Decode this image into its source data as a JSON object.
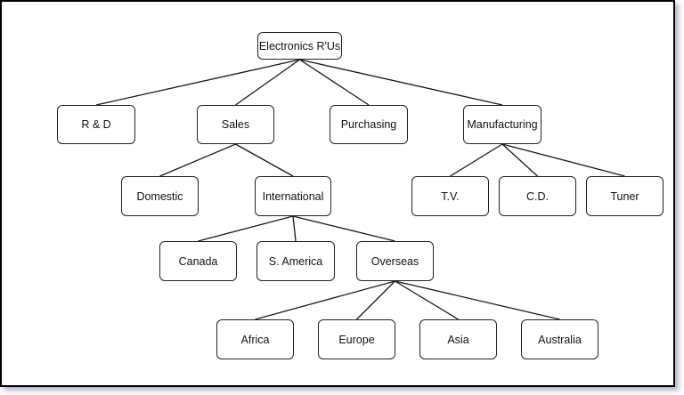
{
  "diagram": {
    "type": "org-chart",
    "nodes": [
      {
        "id": "root",
        "label": "Electronics R'Us",
        "parent": null
      },
      {
        "id": "rd",
        "label": "R & D",
        "parent": "root"
      },
      {
        "id": "sales",
        "label": "Sales",
        "parent": "root"
      },
      {
        "id": "purchasing",
        "label": "Purchasing",
        "parent": "root"
      },
      {
        "id": "manufacturing",
        "label": "Manufacturing",
        "parent": "root"
      },
      {
        "id": "domestic",
        "label": "Domestic",
        "parent": "sales"
      },
      {
        "id": "international",
        "label": "International",
        "parent": "sales"
      },
      {
        "id": "tv",
        "label": "T.V.",
        "parent": "manufacturing"
      },
      {
        "id": "cd",
        "label": "C.D.",
        "parent": "manufacturing"
      },
      {
        "id": "tuner",
        "label": "Tuner",
        "parent": "manufacturing"
      },
      {
        "id": "canada",
        "label": "Canada",
        "parent": "international"
      },
      {
        "id": "samerica",
        "label": "S. America",
        "parent": "international"
      },
      {
        "id": "overseas",
        "label": "Overseas",
        "parent": "international"
      },
      {
        "id": "africa",
        "label": "Africa",
        "parent": "overseas"
      },
      {
        "id": "europe",
        "label": "Europe",
        "parent": "overseas"
      },
      {
        "id": "asia",
        "label": "Asia",
        "parent": "overseas"
      },
      {
        "id": "australia",
        "label": "Australia",
        "parent": "overseas"
      }
    ]
  }
}
